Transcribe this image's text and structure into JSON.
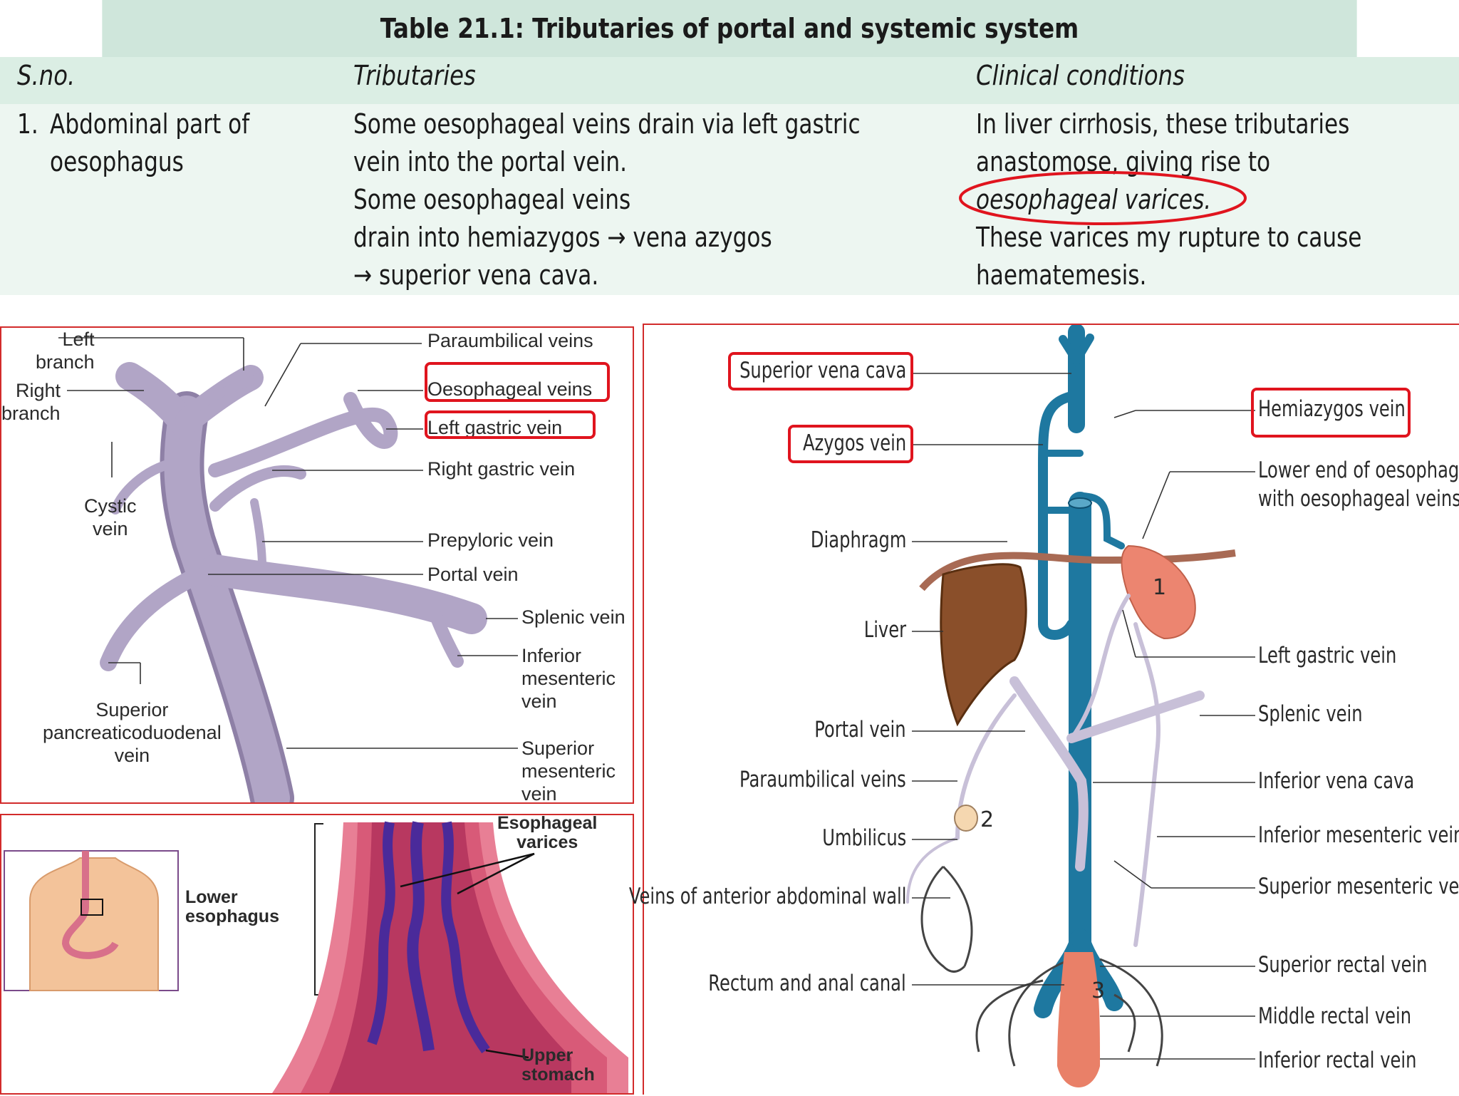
{
  "table": {
    "title": "Table 21.1:  Tributaries of portal and systemic system",
    "headers": [
      "S.no.",
      "Tributaries",
      "Clinical conditions"
    ],
    "row": {
      "number": "1.",
      "site_lines": [
        "Abdominal part of",
        "oesophagus"
      ],
      "tributary_lines": [
        "Some oesophageal veins drain via left gastric",
        "vein into the portal vein.",
        "Some oesophageal veins",
        "drain into hemiazygos → vena azygos",
        "→ superior vena cava."
      ],
      "clinical_lines": [
        "In liver cirrhosis, these tributaries",
        "anastomose, giving rise to",
        "oesophageal varices.",
        "These varices my rupture to cause",
        "haematemesis."
      ]
    }
  },
  "portal_diagram": {
    "labels_left": {
      "left_branch": [
        "Left",
        "branch"
      ],
      "right_branch": [
        "Right",
        "branch"
      ],
      "cystic_vein": [
        "Cystic",
        "vein"
      ],
      "sup_pancreaticoduodenal": [
        "Superior",
        "pancreaticoduodenal",
        "vein"
      ]
    },
    "labels_right": {
      "paraumbilical": "Paraumbilical veins",
      "oesophageal": "Oesophageal veins",
      "left_gastric": "Left gastric vein",
      "right_gastric": "Right gastric vein",
      "prepyloric": "Prepyloric vein",
      "portal": "Portal vein",
      "splenic": "Splenic vein",
      "inferior_mesenteric": [
        "Inferior",
        "mesenteric",
        "vein"
      ],
      "superior_mesenteric": [
        "Superior",
        "mesenteric",
        "vein"
      ]
    },
    "vein_color": "#a89bbb"
  },
  "varices_diagram": {
    "lower_esophagus": [
      "Lower",
      "esophagus"
    ],
    "esophageal_varices": [
      "Esophageal",
      "varices"
    ],
    "upper_stomach": [
      "Upper",
      "stomach"
    ]
  },
  "systemic_diagram": {
    "left_labels": {
      "svc": "Superior vena cava",
      "azygos": "Azygos vein",
      "diaphragm": "Diaphragm",
      "liver": "Liver",
      "portal": "Portal vein",
      "paraumbilical": "Paraumbilical veins",
      "umbilicus": "Umbilicus",
      "anterior_wall": "Veins of anterior abdominal wall",
      "rectum": "Rectum and anal canal"
    },
    "right_labels": {
      "hemiazygos": "Hemiazygos vein",
      "lower_oesophagus": [
        "Lower end of oesophagus",
        "with oesophageal veins"
      ],
      "left_gastric": "Left gastric vein",
      "splenic": "Splenic vein",
      "ivc": "Inferior vena cava",
      "inferior_mesenteric": "Inferior mesenteric vein",
      "superior_mesenteric": "Superior mesenteric vein",
      "superior_rectal": "Superior rectal vein",
      "middle_rectal": "Middle rectal vein",
      "inferior_rectal": "Inferior rectal vein"
    },
    "site_numbers": [
      "1",
      "2",
      "3"
    ],
    "systemic_color": "#1e78a0",
    "portal_color": "#c8c0d8"
  },
  "highlight_color": "#e0141e"
}
